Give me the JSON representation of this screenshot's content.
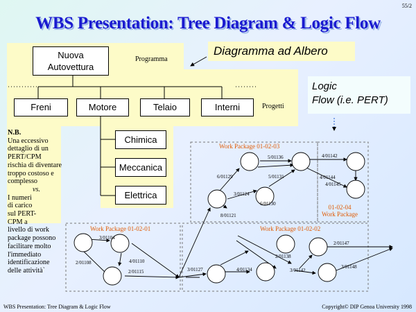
{
  "page_number": "55/2",
  "title": "WBS Presentation: Tree Diagram & Logic Flow",
  "tree": {
    "root": [
      "Nuova",
      "Autovettura"
    ],
    "root_label": "Programma",
    "projects_label": "Progetti",
    "projects": [
      "Freni",
      "Motore",
      "Telaio",
      "Interni"
    ],
    "subprojects": [
      "Chimica",
      "Meccanica",
      "Elettrica"
    ]
  },
  "callouts": {
    "tree": "Diagramma ad Albero",
    "logic": [
      "Logic",
      "Flow (i.e. PERT)"
    ]
  },
  "nb": {
    "heading": "N.B.",
    "lines_a": [
      "Una eccessivo",
      "dettaglio di un",
      "PERT/CPM",
      "rischia di diventare",
      "troppo costoso e",
      "complesso"
    ],
    "vs": "vs.",
    "lines_b": [
      "I numeri",
      "di carico",
      "sul PERT-",
      "CPM a",
      "livello di work",
      "package possono",
      "facilitare molto",
      "l'immediato",
      "identificazione",
      "delle attività`"
    ]
  },
  "work_packages": {
    "wp03": "Work Package 01-02-03",
    "wp01": "Work Package 01-02-01",
    "wp02": "Work Package 01-02-02",
    "wp04": [
      "01-02-04",
      "Work Package"
    ]
  },
  "pert_edges": [
    "3/01104",
    "2/01108",
    "4/01110",
    "2/01115",
    "6/01129",
    "3/01124",
    "8/01121",
    "6/01130",
    "5/01136",
    "5/01131",
    "4/01142",
    "4/01144",
    "4/01145",
    "3/01127",
    "4/01134",
    "2/01138",
    "3/01142",
    "2/01147",
    "3/01148"
  ],
  "footer": {
    "left": "WBS Presentation: Tree Diagram & Logic Flow",
    "right": "Copyright© DIP Genoa University 1998"
  },
  "colors": {
    "title": "#1a1ad0",
    "highlight": "#fdfbc8",
    "wp_label": "#e05a00"
  }
}
